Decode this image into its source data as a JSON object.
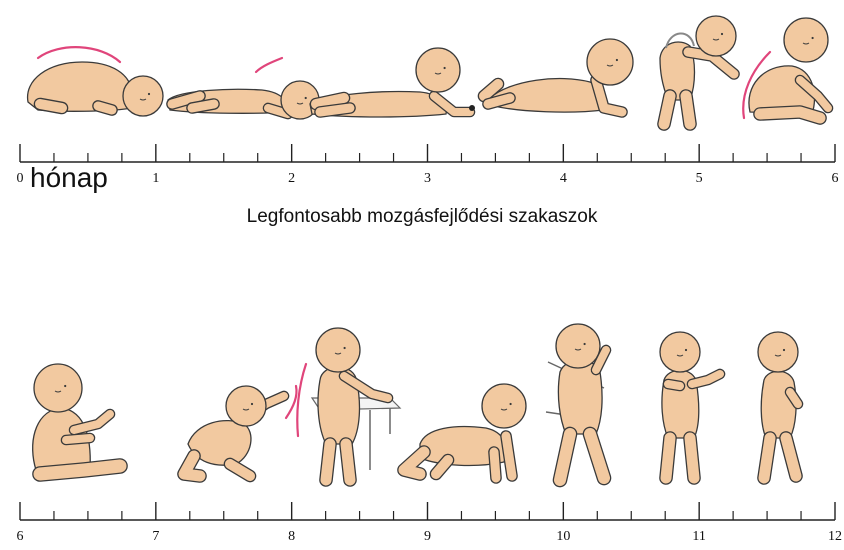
{
  "caption": "Legfontosabb mozgásfejlődési szakaszok",
  "unit_label": "hónap",
  "top_timeline": {
    "ticks": [
      "0",
      "1",
      "2",
      "3",
      "4",
      "5",
      "6"
    ]
  },
  "bottom_timeline": {
    "ticks": [
      "6",
      "7",
      "8",
      "9",
      "10",
      "11",
      "12"
    ]
  },
  "colors": {
    "skin": "#f2c9a0",
    "outline": "#3a3a3a",
    "accent": "#e0457b",
    "axis": "#222222"
  },
  "top_figures": [
    "fetal-curl-baby",
    "prone-head-lift-baby",
    "forearm-prop-baby",
    "arm-prop-baby",
    "supported-stand-baby",
    "sitting-curved-back-baby"
  ],
  "bottom_figures": [
    "sitting-baby",
    "crawl-reach-baby",
    "standing-at-table-baby",
    "crawling-baby",
    "walking-with-support-baby",
    "standing-baby",
    "walking-baby"
  ]
}
